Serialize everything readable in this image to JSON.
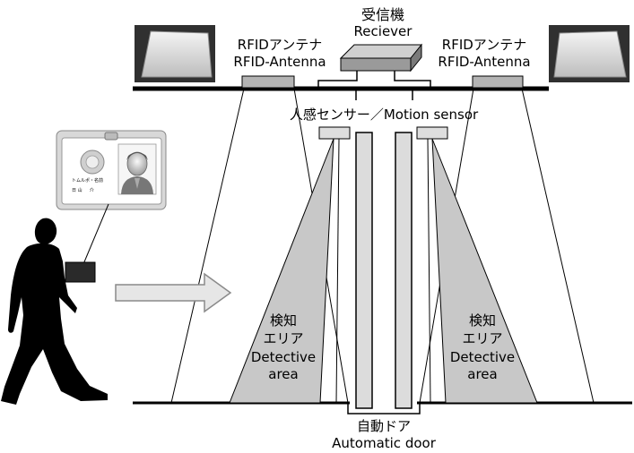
{
  "receiver": {
    "label_ja": "受信機",
    "label_en": "Reciever"
  },
  "antenna_left": {
    "label_ja": "RFIDアンテナ",
    "label_en": "RFID-Antenna"
  },
  "antenna_right": {
    "label_ja": "RFIDアンテナ",
    "label_en": "RFID-Antenna"
  },
  "motion_sensor": {
    "label": "人感センサー／Motion sensor"
  },
  "detect_left": {
    "label_ja": "検知",
    "label_ja2": "エリア",
    "label_en1": "Detective",
    "label_en2": "area"
  },
  "detect_right": {
    "label_ja": "検知",
    "label_ja2": "エリア",
    "label_en1": "Detective",
    "label_en2": "area"
  },
  "door": {
    "label_ja": "自動ドア",
    "label_en": "Automatic door"
  },
  "badge": {
    "name_text": "トムルポ・名前",
    "small_text": "日 山 　 介"
  },
  "colors": {
    "area_fill": "#c8c8c8",
    "box_fill": "#b4b4b4",
    "panel_fill": "#d8d8d8",
    "silhouette": "#000000"
  }
}
